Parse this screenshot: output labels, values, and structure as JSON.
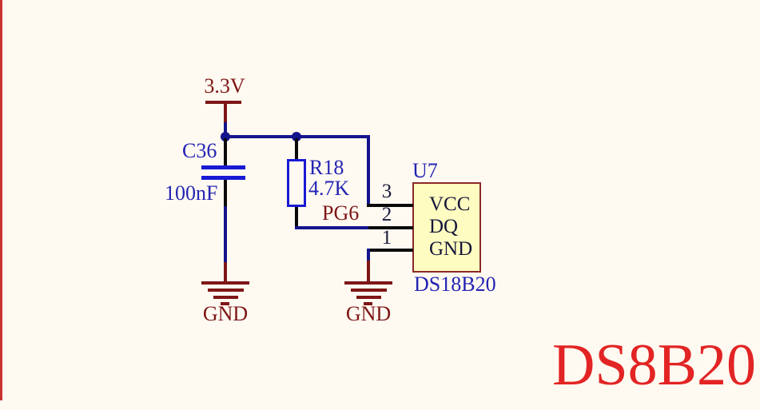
{
  "sheet": {
    "big_title": "DS8B20"
  },
  "colors": {
    "background": "#FFFAF1",
    "wire": "#14148C",
    "pin": "#0a0a0a",
    "component": "#1A1AD4",
    "label_blue": "#2424B4",
    "power_red": "#7E1616",
    "pin_text": "#16163A",
    "ic_fill": "#FEFCC0",
    "ic_border": "#8B2828",
    "title_red": "#E22424",
    "sheet_border": "#C83232"
  },
  "power": {
    "vcc_label": "3.3V",
    "gnd_left_label": "GND",
    "gnd_right_label": "GND"
  },
  "components": {
    "capacitor": {
      "designator": "C36",
      "value": "100nF"
    },
    "resistor": {
      "designator": "R18",
      "value": "4.7K"
    },
    "ic": {
      "designator": "U7",
      "comment": "DS18B20",
      "pins": [
        {
          "number": "3",
          "name": "VCC"
        },
        {
          "number": "2",
          "name": "DQ"
        },
        {
          "number": "1",
          "name": "GND"
        }
      ]
    }
  },
  "nets": {
    "pg6": "PG6"
  }
}
